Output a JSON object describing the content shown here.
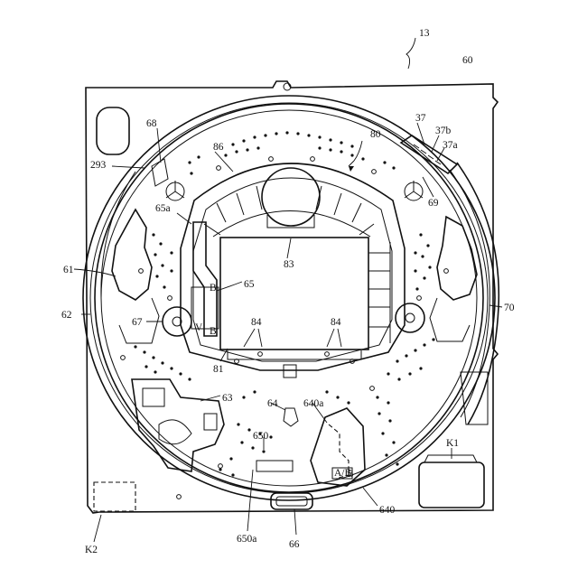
{
  "figure": {
    "labels": {
      "ref_13": "13",
      "ref_60": "60",
      "ref_37": "37",
      "ref_37b": "37b",
      "ref_37a": "37a",
      "ref_80": "80",
      "ref_68": "68",
      "ref_86": "86",
      "ref_293": "293",
      "ref_69": "69",
      "ref_65a": "65a",
      "ref_83": "83",
      "ref_61": "61",
      "ref_65": "65",
      "ref_62": "62",
      "ref_70": "70",
      "ref_67": "67",
      "ref_84_left": "84",
      "ref_84_right": "84",
      "ref_81": "81",
      "ref_64": "64",
      "ref_640a": "640a",
      "ref_63": "63",
      "ref_650": "650",
      "ref_K1": "K1",
      "ref_640": "640",
      "ref_650a": "650a",
      "ref_66": "66",
      "ref_K2": "K2"
    },
    "component_text": {
      "b_left_1": "B",
      "b_left_2": "B",
      "b_right": "B",
      "v_mark": "V",
      "ab_mark": "A/B"
    }
  }
}
